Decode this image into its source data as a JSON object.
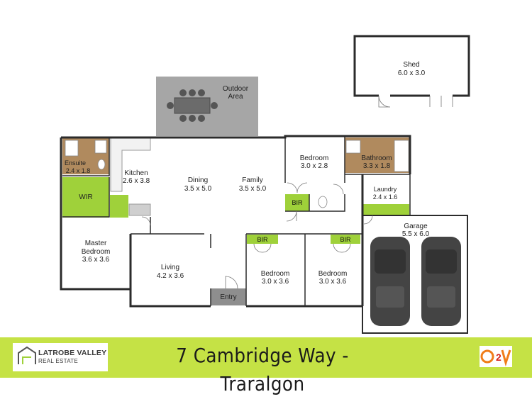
{
  "rooms": {
    "shed": {
      "name": "Shed",
      "dims": "6.0 x 3.0"
    },
    "outdoor": {
      "name_line1": "Outdoor",
      "name_line2": "Area"
    },
    "ensuite": {
      "name": "Ensuite",
      "dims": "2.4 x 1.8"
    },
    "kitchen": {
      "name": "Kitchen",
      "dims": "2.6 x 3.8"
    },
    "dining": {
      "name": "Dining",
      "dims": "3.5 x 5.0"
    },
    "family": {
      "name": "Family",
      "dims": "3.5 x 5.0"
    },
    "bedroom_top": {
      "name": "Bedroom",
      "dims": "3.0 x 2.8"
    },
    "bathroom": {
      "name": "Bathroom",
      "dims": "3.3 x 1.8"
    },
    "wir": {
      "name": "WIR"
    },
    "bir_top": {
      "name": "BIR"
    },
    "laundry": {
      "name": "Laundry",
      "dims": "2.4 x 1.6"
    },
    "master": {
      "name_line1": "Master",
      "name_line2": "Bedroom",
      "dims": "3.6 x 3.6"
    },
    "living": {
      "name": "Living",
      "dims": "4.2 x 3.6"
    },
    "bir_left": {
      "name": "BIR"
    },
    "bir_right": {
      "name": "BIR"
    },
    "bedroom_left": {
      "name": "Bedroom",
      "dims": "3.0 x 3.6"
    },
    "bedroom_right": {
      "name": "Bedroom",
      "dims": "3.0 x 3.6"
    },
    "garage": {
      "name": "Garage",
      "dims": "5.5 x 6.0"
    },
    "entry": {
      "name": "Entry"
    }
  },
  "footer": {
    "title": "7 Cambridge Way - Traralgon",
    "logo_line1": "LATROBE VALLEY",
    "logo_line2": "REAL ESTATE",
    "badge_text": "O2V"
  },
  "colors": {
    "green": "#9fd13a",
    "footer_green": "#c5e245",
    "wood": "#b08a5e",
    "outdoor_gray": "#a6a6a6",
    "entry_gray": "#8e8e8e",
    "wall": "#2b2b2b",
    "badge_orange": "#f07d1a"
  },
  "icons": [
    "car-icon",
    "car-icon",
    "dining-table-icon",
    "bathtub-icon",
    "toilet-icon",
    "sink-icon",
    "house-logo-icon"
  ]
}
